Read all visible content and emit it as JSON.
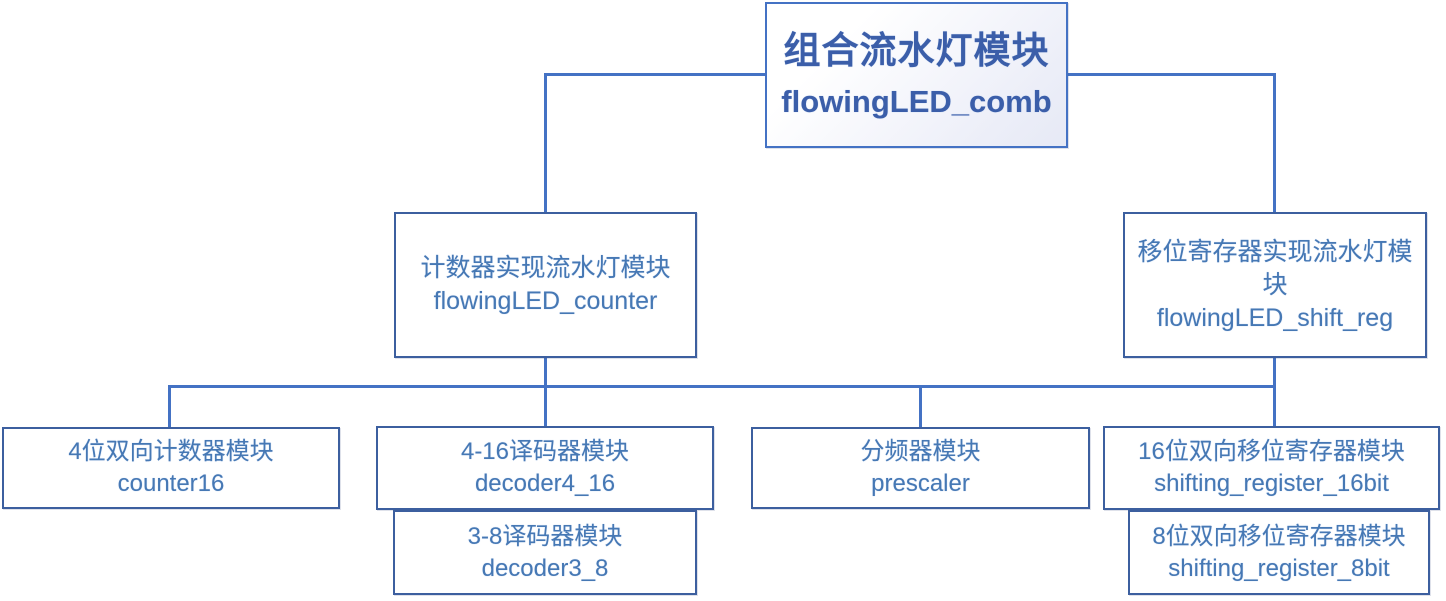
{
  "diagram": {
    "type": "module-hierarchy",
    "colors": {
      "accent_line": "#4472c4",
      "box_border": "#3c5f9f",
      "body_text": "#4678b4",
      "title_text": "#3b5ea9",
      "root_fill_gradient_end": "#e6e9f5",
      "background": "#ffffff"
    },
    "nodes": {
      "root": {
        "zh": "组合流水灯模块",
        "en": "flowingLED_comb"
      },
      "counter_branch": {
        "zh": "计数器实现流水灯模块",
        "en": "flowingLED_counter"
      },
      "shift_branch": {
        "zh": "移位寄存器实现流水灯模块",
        "en": "flowingLED_shift_reg"
      },
      "counter16": {
        "zh": "4位双向计数器模块",
        "en": "counter16"
      },
      "decoder4_16": {
        "zh": "4-16译码器模块",
        "en": "decoder4_16"
      },
      "prescaler": {
        "zh": "分频器模块",
        "en": "prescaler"
      },
      "shifting_register_16bit": {
        "zh": "16位双向移位寄存器模块",
        "en": "shifting_register_16bit"
      },
      "decoder3_8": {
        "zh": "3-8译码器模块",
        "en": "decoder3_8"
      },
      "shifting_register_8bit": {
        "zh": "8位双向移位寄存器模块",
        "en": "shifting_register_8bit"
      }
    },
    "edges": [
      {
        "from": "root",
        "to": "counter_branch"
      },
      {
        "from": "root",
        "to": "shift_branch"
      },
      {
        "from": "counter_branch",
        "to": "counter16"
      },
      {
        "from": "counter_branch",
        "to": "decoder4_16"
      },
      {
        "from": "counter_branch",
        "to": "prescaler"
      },
      {
        "from": "shift_branch",
        "to": "shifting_register_16bit"
      },
      {
        "from": "decoder4_16",
        "to": "decoder3_8"
      },
      {
        "from": "shifting_register_16bit",
        "to": "shifting_register_8bit"
      }
    ]
  }
}
